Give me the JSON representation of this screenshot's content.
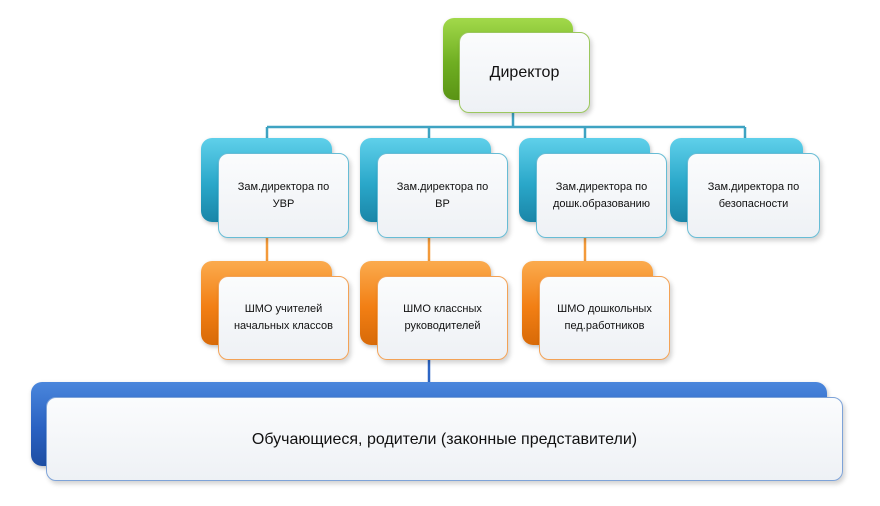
{
  "director": {
    "label": "Директор"
  },
  "deputies": [
    {
      "label": "Зам.директора по\nУВР"
    },
    {
      "label": "Зам.директора по\nВР"
    },
    {
      "label": "Зам.директора по\nдошк.образованию"
    },
    {
      "label": "Зам.директора по\nбезопасности"
    }
  ],
  "method_units": [
    {
      "label": "ШМО учителей\nначальных классов"
    },
    {
      "label": "ШМО классных\nруководителей"
    },
    {
      "label": "ШМО дошкольных\nпед.работников"
    }
  ],
  "students": {
    "label": "Обучающиеся, родители (законные представители)"
  },
  "colors": {
    "director": "#7ab42a",
    "deputy": "#2aa7c9",
    "method_unit": "#f27f14",
    "students": "#2a62c2",
    "connector_top": "#3fa3c2",
    "connector_mid": "#f39a3a",
    "connector_bottom": "#2c65c4"
  }
}
